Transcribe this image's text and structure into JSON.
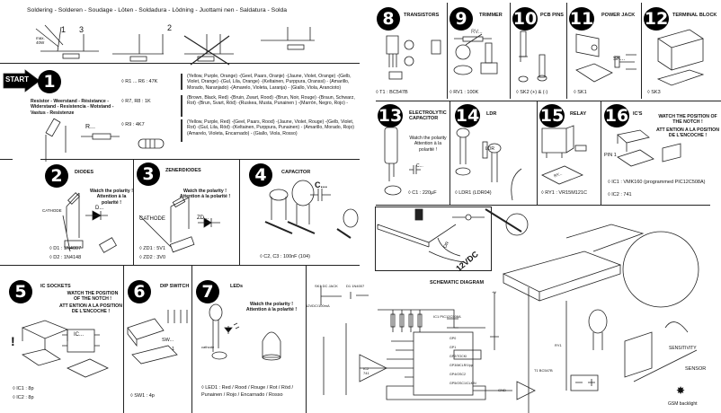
{
  "soldering": {
    "title": "Soldering - Solderen - Soudage - Löten - Soldadura - Lödning - Juottami nen - Saldatura - Solda",
    "steps": [
      "1",
      "3",
      "2"
    ],
    "power_note": "max. 40W"
  },
  "step1": {
    "start_label": "START",
    "number": "1",
    "heading": "Resistor - Weerstand - Résistance - Widerstand - Resistencia - Motstand - Vastus - Resistenze",
    "symbol": "R...",
    "parts": [
      {
        "ref": "R1 ... R6 : 47K",
        "colors": "(Yellow, Purple, Orange) -(Geel, Paars, Oranje) -(Jaune, Violet, Orange) -(Gelb, Violet, Orange) -(Gul, Lila, Orange) -(Keltainen, Purppura, Oranssi) - (Amarillo, Morado, Naranjado) -(Amarelo, Violeta, Laranja) - (Giallo, Viola, Arancioto)"
      },
      {
        "ref": "R7, R8 : 1K",
        "colors": "(Brown, Black, Red) -(Bruin, Zwart, Rood) -(Brun, Noir, Rouge) -(Braun, Schwarz, Rot) -(Brun, Svart, Röd) -(Ruskea, Musta, Punainen ) -(Marrón, Negro, Rojo) -"
      },
      {
        "ref": "R9 : 4K7",
        "colors": "(Yellow, Purple, Red) -(Geel, Paars, Rood) -(Jaune, Violet, Rouge) -(Gelb, Violet, Rot) -(Gul, Lila, Röd) -(Keltainen, Purppura, Punainen) - (Amarillo, Morado, Rojo) (Amarelo, Violeta, Encarnado) - (Giallo, Viola, Rosso)"
      }
    ]
  },
  "step2": {
    "number": "2",
    "title": "DIODES",
    "polarity": "Watch the polarity ! Attention à la polarité !",
    "cathode": "CATHODE",
    "symbol": "D...",
    "parts": [
      "D1 : 1N4007",
      "D2 : 1N4148"
    ]
  },
  "step3": {
    "number": "3",
    "title": "ZENERDIODES",
    "polarity": "Watch the polarity ! Attention à la polarité !",
    "cathode": "CATHODE",
    "symbol": "ZD...",
    "parts": [
      "ZD1 : 5V1",
      "ZD2 : 3V0"
    ]
  },
  "step4": {
    "number": "4",
    "title": "CAPACITOR",
    "symbol": "C...",
    "parts": [
      "C2, C3 : 100nF (104)"
    ]
  },
  "step5": {
    "number": "5",
    "title": "IC SOCKETS",
    "notch_en": "WATCH THE POSITION OF THE NOTCH !",
    "notch_fr": "ATT ENTION A LA POSITION DE L'ENCOCHE !",
    "symbol": "IC...",
    "parts": [
      "IC1 : 8p",
      "IC2 : 8p"
    ]
  },
  "step6": {
    "number": "6",
    "title": "DIP SWITCH",
    "symbol": "SW...",
    "pin": "1",
    "parts": [
      "SW1 : 4p"
    ]
  },
  "step7": {
    "number": "7",
    "title": "LEDs",
    "polarity": "Watch the polarity ! Attention à la polarité !",
    "cathode": "cathode",
    "parts": [
      "LED1 : Red / Rood / Rouge / Rot / Röd / Punainen / Rojo / Encarnado / Rosso"
    ]
  },
  "step8": {
    "number": "8",
    "title": "TRANSISTORS",
    "parts": [
      "T1 : BC547B"
    ]
  },
  "step9": {
    "number": "9",
    "title": "TRIMMER",
    "symbol": "RV...",
    "parts": [
      "RV1 : 100K"
    ]
  },
  "step10": {
    "number": "10",
    "title": "PCB PINS",
    "parts": [
      "SK2 (+) & (-)"
    ]
  },
  "step11": {
    "number": "11",
    "title": "POWER JACK",
    "symbol": "SK...",
    "parts": [
      "SK1"
    ]
  },
  "step12": {
    "number": "12",
    "title": "TERMINAL BLOCK",
    "parts": [
      "SK3"
    ]
  },
  "step13": {
    "number": "13",
    "title": "ELECTROLYTIC CAPACITOR",
    "polarity": "Watch the polarity Attention à la polarité !",
    "symbol": "C...",
    "parts": [
      "C1 : 220µF"
    ]
  },
  "step14": {
    "number": "14",
    "title": "LDR",
    "symbol": "LDR",
    "parts": [
      "LDR1 (LDR04)"
    ]
  },
  "step15": {
    "number": "15",
    "title": "RELAY",
    "symbol": "RY...",
    "parts": [
      "RY1 : VR15M121C"
    ]
  },
  "step16": {
    "number": "16",
    "title": "IC'S",
    "notch_en": "WATCH THE POSITION OF THE NOTCH !",
    "notch_fr": "ATT ENTION A LA POSITION DE L'ENCOCHE !",
    "pin": "PIN 1",
    "parts": [
      "IC1 : VMK160 (programmed PIC12C508A)",
      "IC2 : 741"
    ]
  },
  "power": {
    "voltage": "12VDC",
    "or": "OR"
  },
  "schematic": {
    "title": "SCHEMATIC DIAGRAM",
    "labels": {
      "ic1": "IC1 PIC12C508A",
      "ic2": "IC2 741",
      "t1": "T1 BC547B",
      "ry1": "RY1",
      "d1": "D1 1N4007",
      "sk1": "SK1 DC JACK",
      "gnd": "GND",
      "vcc": "+V",
      "supply": "12VDC/100mA",
      "pins": [
        "GP0",
        "GP1",
        "GP2/TOCKI",
        "GP3/MCLR/Vpp",
        "GP4/OSC2",
        "GP5/OSC1/CLKIN"
      ]
    }
  },
  "install": {
    "sensitivity": "SENSITIVITY",
    "sensor": "SENSOR",
    "gsm": "GSM backlight"
  }
}
